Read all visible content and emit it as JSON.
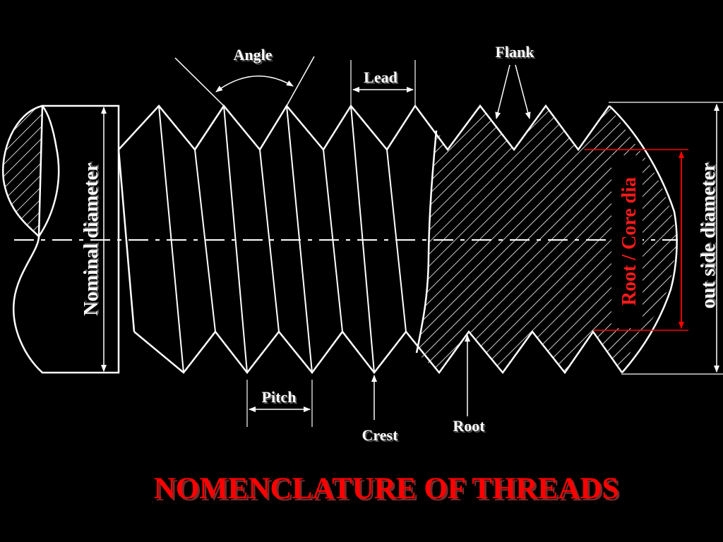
{
  "title": "NOMENCLATURE OF THREADS",
  "labels": {
    "angle": "Angle",
    "lead": "Lead",
    "flank": "Flank",
    "pitch": "Pitch",
    "crest": "Crest",
    "root": "Root",
    "nominal_diameter": "Nominal diameter",
    "root_core_dia": "Root  / Core dia",
    "outside_diameter": "out side diameter"
  },
  "colors": {
    "background": "#000000",
    "line": "#ffffff",
    "accent": "#ff0000"
  }
}
